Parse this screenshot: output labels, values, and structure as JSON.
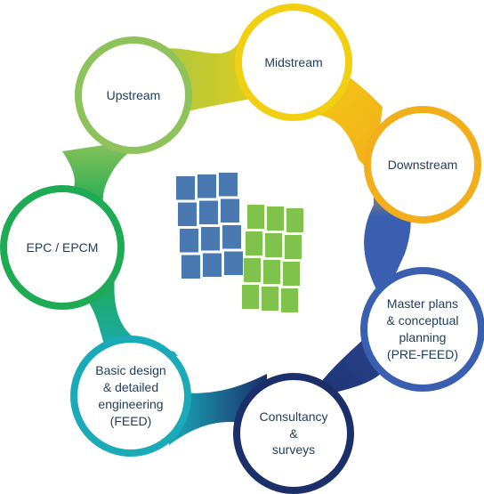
{
  "nodes": [
    {
      "id": "upstream",
      "label": "Upstream",
      "color": "#8dc35a"
    },
    {
      "id": "midstream",
      "label": "Midstream",
      "color": "#f2cf12"
    },
    {
      "id": "downstream",
      "label": "Downstream",
      "color": "#f3ae1c"
    },
    {
      "id": "master-plans",
      "label": "Master plans\n& conceptual\nplanning\n(PRE-FEED)",
      "color": "#3a5fb0"
    },
    {
      "id": "consultancy",
      "label": "Consultancy\n&\nsurveys",
      "color": "#1b2f6b"
    },
    {
      "id": "basic-design",
      "label": "Basic design\n& detailed\nengineering\n(FEED)",
      "color": "#1aaab8"
    },
    {
      "id": "epc",
      "label": "EPC / EPCM",
      "color": "#1faa55"
    }
  ],
  "logo": {
    "left_color": "#4a78b0",
    "right_color": "#7fc34d"
  }
}
